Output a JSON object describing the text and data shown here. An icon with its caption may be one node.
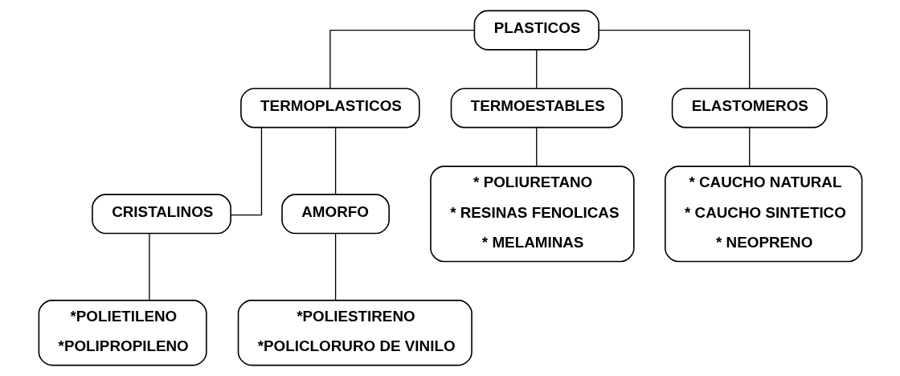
{
  "diagram": {
    "nodes": [
      {
        "text": [
          "PLASTICOS"
        ]
      },
      {
        "text": [
          "TERMOPLASTICOS"
        ]
      },
      {
        "text": [
          "TERMOESTABLES"
        ]
      },
      {
        "text": [
          "ELASTOMEROS"
        ]
      },
      {
        "text": [
          "CRISTALINOS"
        ]
      },
      {
        "text": [
          "AMORFO"
        ]
      },
      {
        "text": [
          "* POLIURETANO",
          "* RESINAS FENOLICAS",
          "* MELAMINAS"
        ]
      },
      {
        "text": [
          "* CAUCHO NATURAL",
          "* CAUCHO SINTETICO",
          "* NEOPRENO"
        ]
      },
      {
        "text": [
          "*POLIETILENO",
          "*POLIPROPILENO"
        ]
      },
      {
        "text": [
          "*POLIESTIRENO",
          "*POLICLORURO DE VINILO"
        ]
      }
    ],
    "edges": [
      {
        "from": 0,
        "to": 1,
        "arrow": "none"
      },
      {
        "from": 0,
        "to": 2,
        "arrow": "none"
      },
      {
        "from": 0,
        "to": 3,
        "arrow": "none"
      },
      {
        "from": 1,
        "to": 4,
        "arrow": "none"
      },
      {
        "from": 1,
        "to": 5,
        "arrow": "none"
      },
      {
        "from": 2,
        "to": 6,
        "arrow": "none"
      },
      {
        "from": 3,
        "to": 7,
        "arrow": "none"
      },
      {
        "from": 4,
        "to": 8,
        "arrow": "none"
      },
      {
        "from": 5,
        "to": 9,
        "arrow": "none"
      }
    ]
  }
}
